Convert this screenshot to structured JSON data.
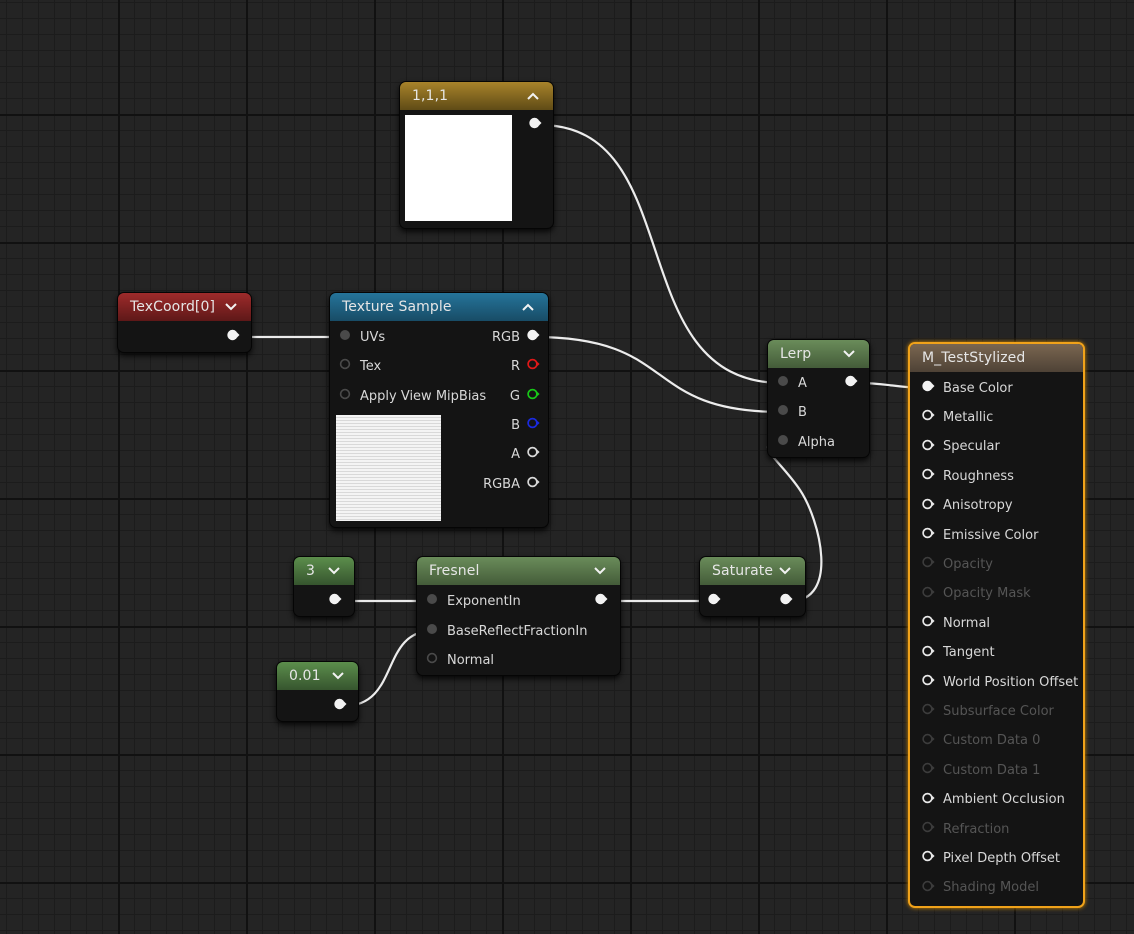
{
  "nodes": {
    "texcoord": {
      "title": "TexCoord[0]"
    },
    "constant_color": {
      "title": "1,1,1"
    },
    "texture_sample": {
      "title": "Texture Sample",
      "inputs": [
        "UVs",
        "Tex",
        "Apply View MipBias"
      ],
      "outputs": [
        "RGB",
        "R",
        "G",
        "B",
        "A",
        "RGBA"
      ]
    },
    "lerp": {
      "title": "Lerp",
      "inputs": [
        "A",
        "B",
        "Alpha"
      ]
    },
    "constant_3": {
      "title": "3"
    },
    "constant_001": {
      "title": "0.01"
    },
    "fresnel": {
      "title": "Fresnel",
      "inputs": [
        "ExponentIn",
        "BaseReflectFractionIn",
        "Normal"
      ]
    },
    "saturate": {
      "title": "Saturate"
    },
    "material": {
      "title": "M_TestStylized",
      "inputs": [
        "Base Color",
        "Metallic",
        "Specular",
        "Roughness",
        "Anisotropy",
        "Emissive Color",
        "Opacity",
        "Opacity Mask",
        "Normal",
        "Tangent",
        "World Position Offset",
        "Subsurface Color",
        "Custom Data 0",
        "Custom Data 1",
        "Ambient Occlusion",
        "Refraction",
        "Pixel Depth Offset",
        "Shading Model"
      ]
    }
  },
  "colors": {
    "pin_r": "#e01818",
    "pin_g": "#18c818",
    "pin_b": "#1a2ae0",
    "wire": "#ececec",
    "result_border": "#f0a21a"
  },
  "icons": {
    "collapse": "chevron-up-icon",
    "expand": "chevron-down-icon",
    "pin": "pin-icon"
  }
}
